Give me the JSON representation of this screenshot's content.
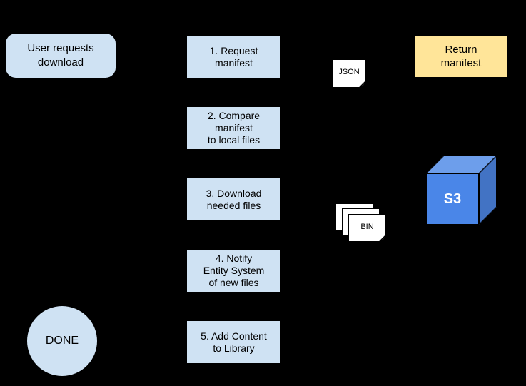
{
  "diagram": {
    "background": "#000000",
    "node_fill": "#cfe2f3",
    "start": {
      "label": "User requests\ndownload"
    },
    "steps": [
      {
        "label": "1. Request\nmanifest"
      },
      {
        "label": "2. Compare\nmanifest\nto local files"
      },
      {
        "label": "3. Download\nneeded files"
      },
      {
        "label": "4. Notify\nEntity System\nof new files"
      },
      {
        "label": "5. Add Content\nto Library"
      }
    ],
    "return_box": {
      "label": "Return\nmanifest",
      "fill": "#ffe599"
    },
    "json_doc": {
      "label": "JSON",
      "fill": "#ffffff"
    },
    "bin_stack": {
      "label": "BIN",
      "sheet_count": 3,
      "fill": "#ffffff"
    },
    "s3_cube": {
      "label": "S3",
      "front_color": "#4a86e8",
      "top_color": "#6d9eeb",
      "side_color": "#4273c4"
    },
    "done": {
      "label": "DONE"
    }
  }
}
